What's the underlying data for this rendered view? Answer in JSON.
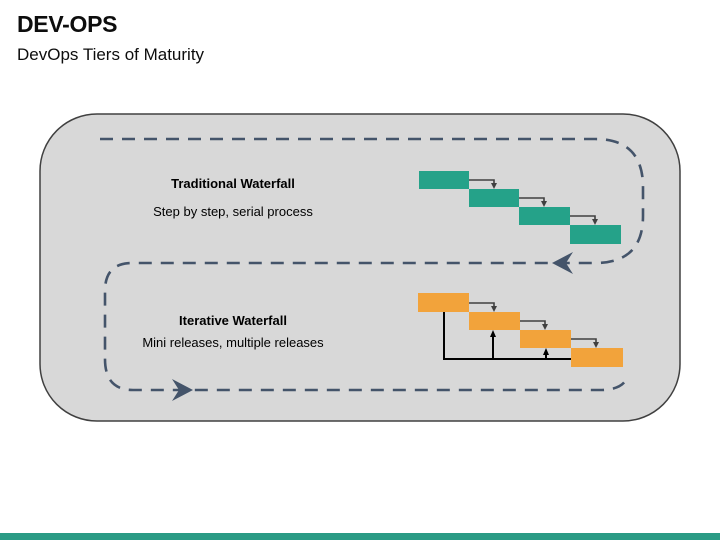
{
  "header": {
    "title": "DEV-OPS",
    "subtitle": "DevOps Tiers of Maturity"
  },
  "diagram": {
    "sections": [
      {
        "heading": "Traditional Waterfall",
        "description": "Step by step, serial process"
      },
      {
        "heading": "Iterative Waterfall",
        "description": "Mini releases, multiple releases"
      }
    ]
  },
  "colors": {
    "teal_bar": "#25A289",
    "orange_bar": "#F2A33B",
    "container_fill": "#D8D8D8",
    "container_border": "#404040",
    "flow_line": "#44546A",
    "connector_line": "#404040",
    "feedback_line": "#000000",
    "footer_bar": "#2A9B85"
  }
}
